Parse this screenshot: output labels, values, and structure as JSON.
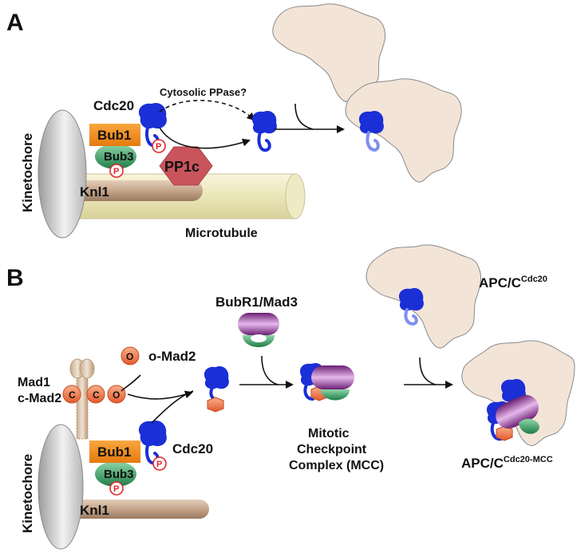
{
  "panel_a": {
    "letter": "A",
    "kinetochore": "Kinetochore",
    "cdc20": "Cdc20",
    "bub1": "Bub1",
    "bub3": "Bub3",
    "knl1": "Knl1",
    "pp1c": "PP1c",
    "phospho": "P",
    "cytosolic": "Cytosolic PPase?",
    "microtubule": "Microtubule"
  },
  "panel_b": {
    "letter": "B",
    "kinetochore": "Kinetochore",
    "mad1": "Mad1",
    "cmad2": "c-Mad2",
    "omad2": "o-Mad2",
    "o_letter": "O",
    "c_letter": "C",
    "bub1": "Bub1",
    "bub3": "Bub3",
    "knl1": "Knl1",
    "cdc20": "Cdc20",
    "phospho": "P",
    "bubr1": "BubR1/Mad3",
    "mcc_line1": "Mitotic",
    "mcc_line2": "Checkpoint",
    "mcc_line3": "Complex (MCC)",
    "apc_base": "APC/C",
    "apc_sup1": "Cdc20",
    "apc_sup2": "Cdc20-MCC"
  },
  "colors": {
    "bub1": "#f28a1c",
    "bub3": "#2e9b5e",
    "cdc20": "#1a2fd6",
    "pp1c": "#c9545c",
    "mad2": "#f07a50",
    "apc": "#f3e4d8",
    "bubr1": "#9b3fa0",
    "microtubule": "#f0ecc8",
    "knl1": "#c8a890",
    "phospho": "#e0262a"
  }
}
